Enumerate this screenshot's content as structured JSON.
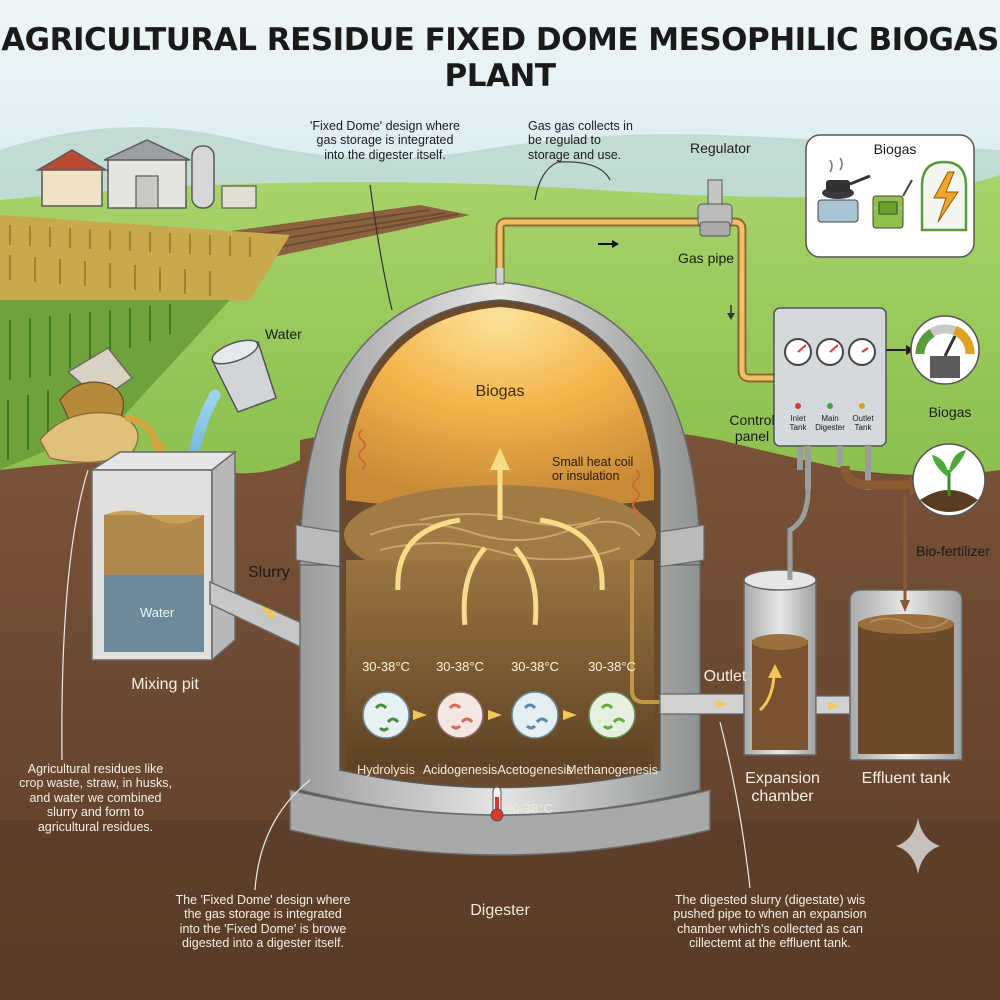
{
  "title": "AGRICULTURAL RESIDUE FIXED DOME MESOPHILIC BIOGAS PLANT",
  "labels": {
    "water_top": "Water",
    "water_pit": "Water",
    "mixing_pit": "Mixing pit",
    "slurry": "Slurry",
    "biogas_dome": "Biogas",
    "heat_coil": "Small heat coil\nor insulation",
    "regulator": "Regulator",
    "gas_pipe": "Gas pipe",
    "biogas_uses": "Biogas",
    "control_panel": "Control\npanel",
    "gauge_inlet": "Inlet\nTank",
    "gauge_main": "Main\nDigester",
    "gauge_outlet": "Outlet\nTank",
    "biogas_right": "Biogas",
    "bio_fertilizer": "Bio-fertilizer",
    "outlet": "Outlet",
    "expansion_chamber": "Expansion\nchamber",
    "effluent_tank": "Effluent tank",
    "digester": "Digester",
    "digester_temp": "30-38°C"
  },
  "stages": [
    {
      "name": "Hydrolysis",
      "temp": "30-38°C"
    },
    {
      "name": "Acidogenesis",
      "temp": "30-38°C"
    },
    {
      "name": "Acetogenesis",
      "temp": "30-38°C"
    },
    {
      "name": "Methanogenesis",
      "temp": "30-38°C"
    }
  ],
  "annotations": {
    "dome_top": "'Fixed Dome' design where\ngas storage is integrated\ninto the digester itself.",
    "gas_collects": "Gas gas collects in\nbe regulad to\nstorage and use.",
    "residues": "Agricultural residues like\ncrop waste, straw, in husks,\nand water we combined\nslurry and form to\nagricultural residues.",
    "dome_bottom": "The 'Fixed Dome' design where\nthe gas storage is integrated\ninto the 'Fixed Dome' is browe\ndigested into a digester itself.",
    "digestate": "The digested slurry (digestate) wis\npushed pipe to when an expansion\nchamber which's collected as can\ncillectemt at the effluent tank."
  },
  "colors": {
    "sky": "#cfe6ee",
    "field": "#8cc152",
    "soil": "#6b4a32",
    "concrete": "#c9cbc9",
    "slurry": "#7a5a34",
    "gas": "#f6b74a",
    "pipe": "#e8b85a",
    "panel": "#d7dce0"
  },
  "icons": [
    "stove-icon",
    "generator-icon",
    "electricity-icon",
    "gauge-icon",
    "plant-sprout-icon",
    "thermometer-icon",
    "sparkle-icon"
  ]
}
